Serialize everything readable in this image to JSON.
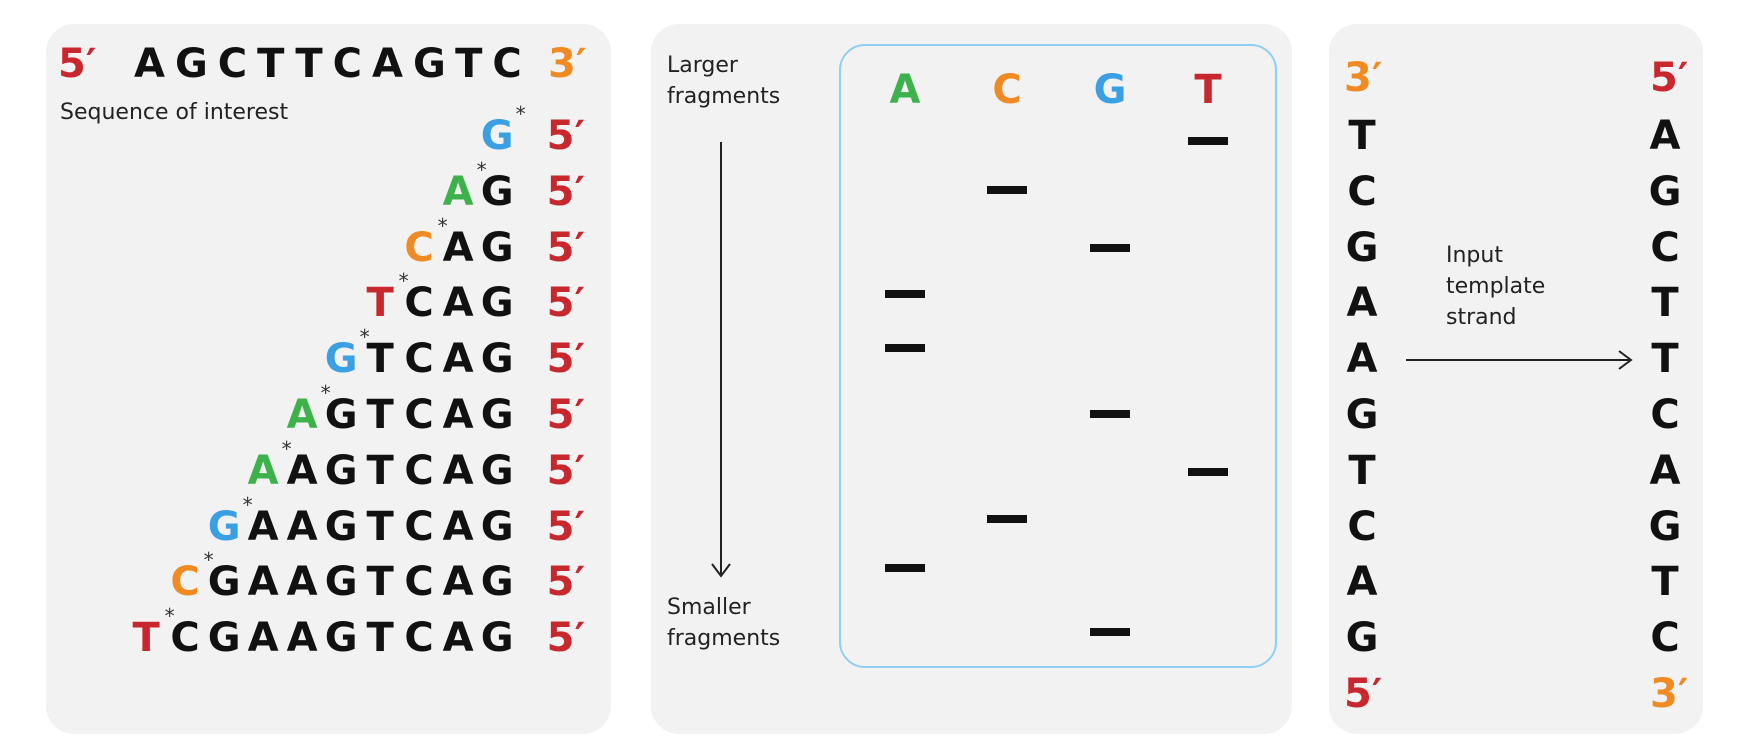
{
  "sequence_panel": {
    "prime5": "5′",
    "sequence": "AGCTTCAGTC",
    "prime3": "3′",
    "caption": "Sequence of interest",
    "fragment_prime": "5′",
    "star": "*",
    "fragments": [
      {
        "terminal": "G",
        "color": "#3aa0e3",
        "rest": ""
      },
      {
        "terminal": "A",
        "color": "#3db24b",
        "rest": "G"
      },
      {
        "terminal": "C",
        "color": "#ef8b22",
        "rest": "AG"
      },
      {
        "terminal": "T",
        "color": "#c8272d",
        "rest": "CAG"
      },
      {
        "terminal": "G",
        "color": "#3aa0e3",
        "rest": "TCAG"
      },
      {
        "terminal": "A",
        "color": "#3db24b",
        "rest": "GTCAG"
      },
      {
        "terminal": "A",
        "color": "#3db24b",
        "rest": "AGTCAG"
      },
      {
        "terminal": "G",
        "color": "#3aa0e3",
        "rest": "AAGTCAG"
      },
      {
        "terminal": "C",
        "color": "#ef8b22",
        "rest": "GAAGTCAG"
      },
      {
        "terminal": "T",
        "color": "#c8272d",
        "rest": "CGAAGTCAG"
      }
    ]
  },
  "gel_panel": {
    "larger_label": "Larger\nfragments",
    "smaller_label": "Smaller\nfragments",
    "lanes": [
      {
        "label": "A",
        "color": "#3db24b"
      },
      {
        "label": "C",
        "color": "#ef8b22"
      },
      {
        "label": "G",
        "color": "#3aa0e3"
      },
      {
        "label": "T",
        "color": "#c8272d"
      }
    ],
    "bands": [
      "T",
      "C",
      "G",
      "A",
      "A",
      "G",
      "T",
      "C",
      "A",
      "G"
    ]
  },
  "template_panel": {
    "left_top": "3′",
    "left_bottom": "5′",
    "right_top": "5′",
    "right_bottom": "3′",
    "left_column": [
      "T",
      "C",
      "G",
      "A",
      "A",
      "G",
      "T",
      "C",
      "A",
      "G"
    ],
    "right_column": [
      "A",
      "G",
      "C",
      "T",
      "T",
      "C",
      "A",
      "G",
      "T",
      "C"
    ],
    "arrow_label": "Input\ntemplate\nstrand"
  },
  "colors": {
    "A": "#3db24b",
    "C": "#ef8b22",
    "G": "#3aa0e3",
    "T": "#c8272d",
    "prime5": "#c8272d",
    "prime3": "#ef8b22",
    "gel_border": "#8fd0f2",
    "panel_bg": "#f2f2f2"
  }
}
